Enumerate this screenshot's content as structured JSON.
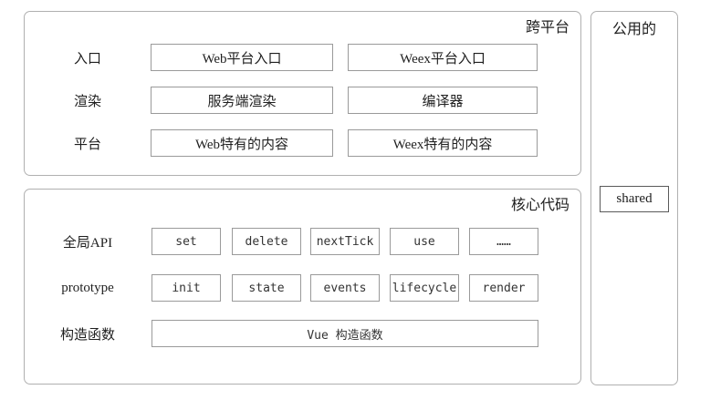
{
  "colors": {
    "background": "#ffffff",
    "panel_border": "#b0b0b0",
    "box_border": "#9a9a9a",
    "shared_box_border": "#5a5a5a",
    "text": "#1f1f1f",
    "code_text": "#333333"
  },
  "cross_platform": {
    "title": "跨平台",
    "rows": [
      {
        "label": "入口",
        "boxes": [
          "Web平台入口",
          "Weex平台入口"
        ]
      },
      {
        "label": "渲染",
        "boxes": [
          "服务端渲染",
          "编译器"
        ]
      },
      {
        "label": "平台",
        "boxes": [
          "Web特有的内容",
          "Weex特有的内容"
        ]
      }
    ]
  },
  "core_code": {
    "title": "核心代码",
    "rows": [
      {
        "label": "全局API",
        "boxes": [
          "set",
          "delete",
          "nextTick",
          "use",
          "……"
        ]
      },
      {
        "label": "prototype",
        "boxes": [
          "init",
          "state",
          "events",
          "lifecycle",
          "render"
        ]
      }
    ],
    "constructor": {
      "label": "构造函数",
      "box": "Vue 构造函数"
    }
  },
  "shared": {
    "title": "公用的",
    "box": "shared"
  }
}
